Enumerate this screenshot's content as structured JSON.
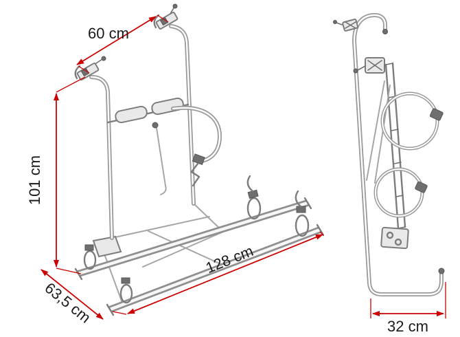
{
  "diagram": {
    "dimensions": {
      "top_bar_width": "60 cm",
      "height": "101 cm",
      "rail_length": "128 cm",
      "base_depth": "63,5 cm",
      "side_protrusion": "32 cm"
    },
    "colors": {
      "line_art": "#9a9a9a",
      "line_art_dark": "#6f6f6f",
      "dimension_red": "#cc0000",
      "label_text": "#1a1a1a",
      "background": "#ffffff"
    }
  }
}
